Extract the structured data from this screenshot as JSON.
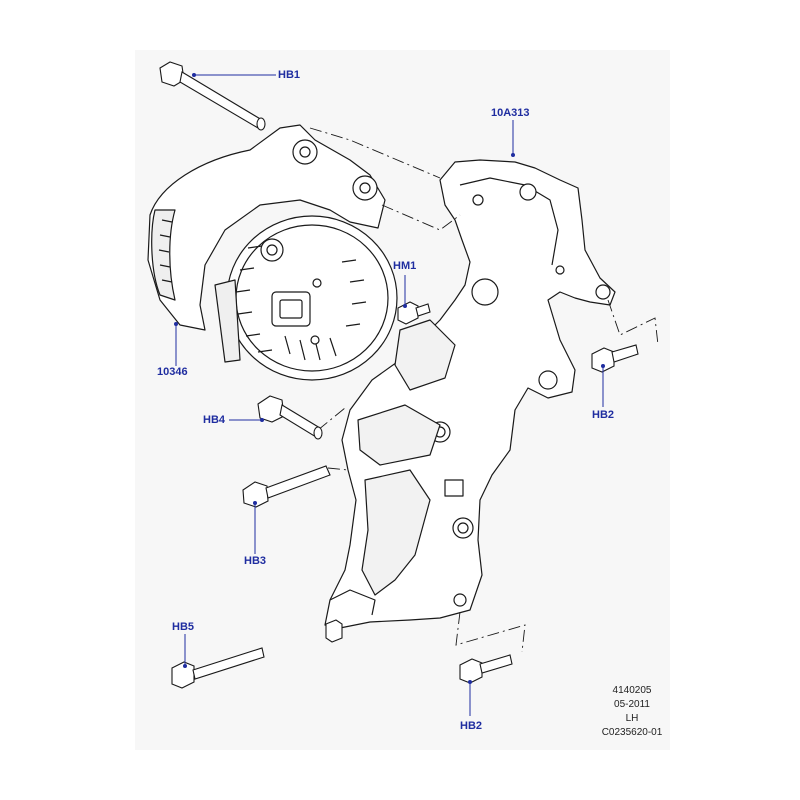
{
  "colors": {
    "line": "#1a1a1a",
    "leader": "#1f2da0",
    "label": "#1f2da0",
    "ref_text": "#222222",
    "paper": "#ffffff",
    "panel": "#f7f7f7"
  },
  "callouts": {
    "hb1": "HB1",
    "part_10a313": "10A313",
    "hm1": "HM1",
    "part_10346": "10346",
    "hb4": "HB4",
    "hb2_upper": "HB2",
    "hb3": "HB3",
    "hb5": "HB5",
    "hb2_lower": "HB2"
  },
  "reference": {
    "number": "4140205",
    "date": "05-2011",
    "side": "LH",
    "code": "C0235620-01"
  }
}
